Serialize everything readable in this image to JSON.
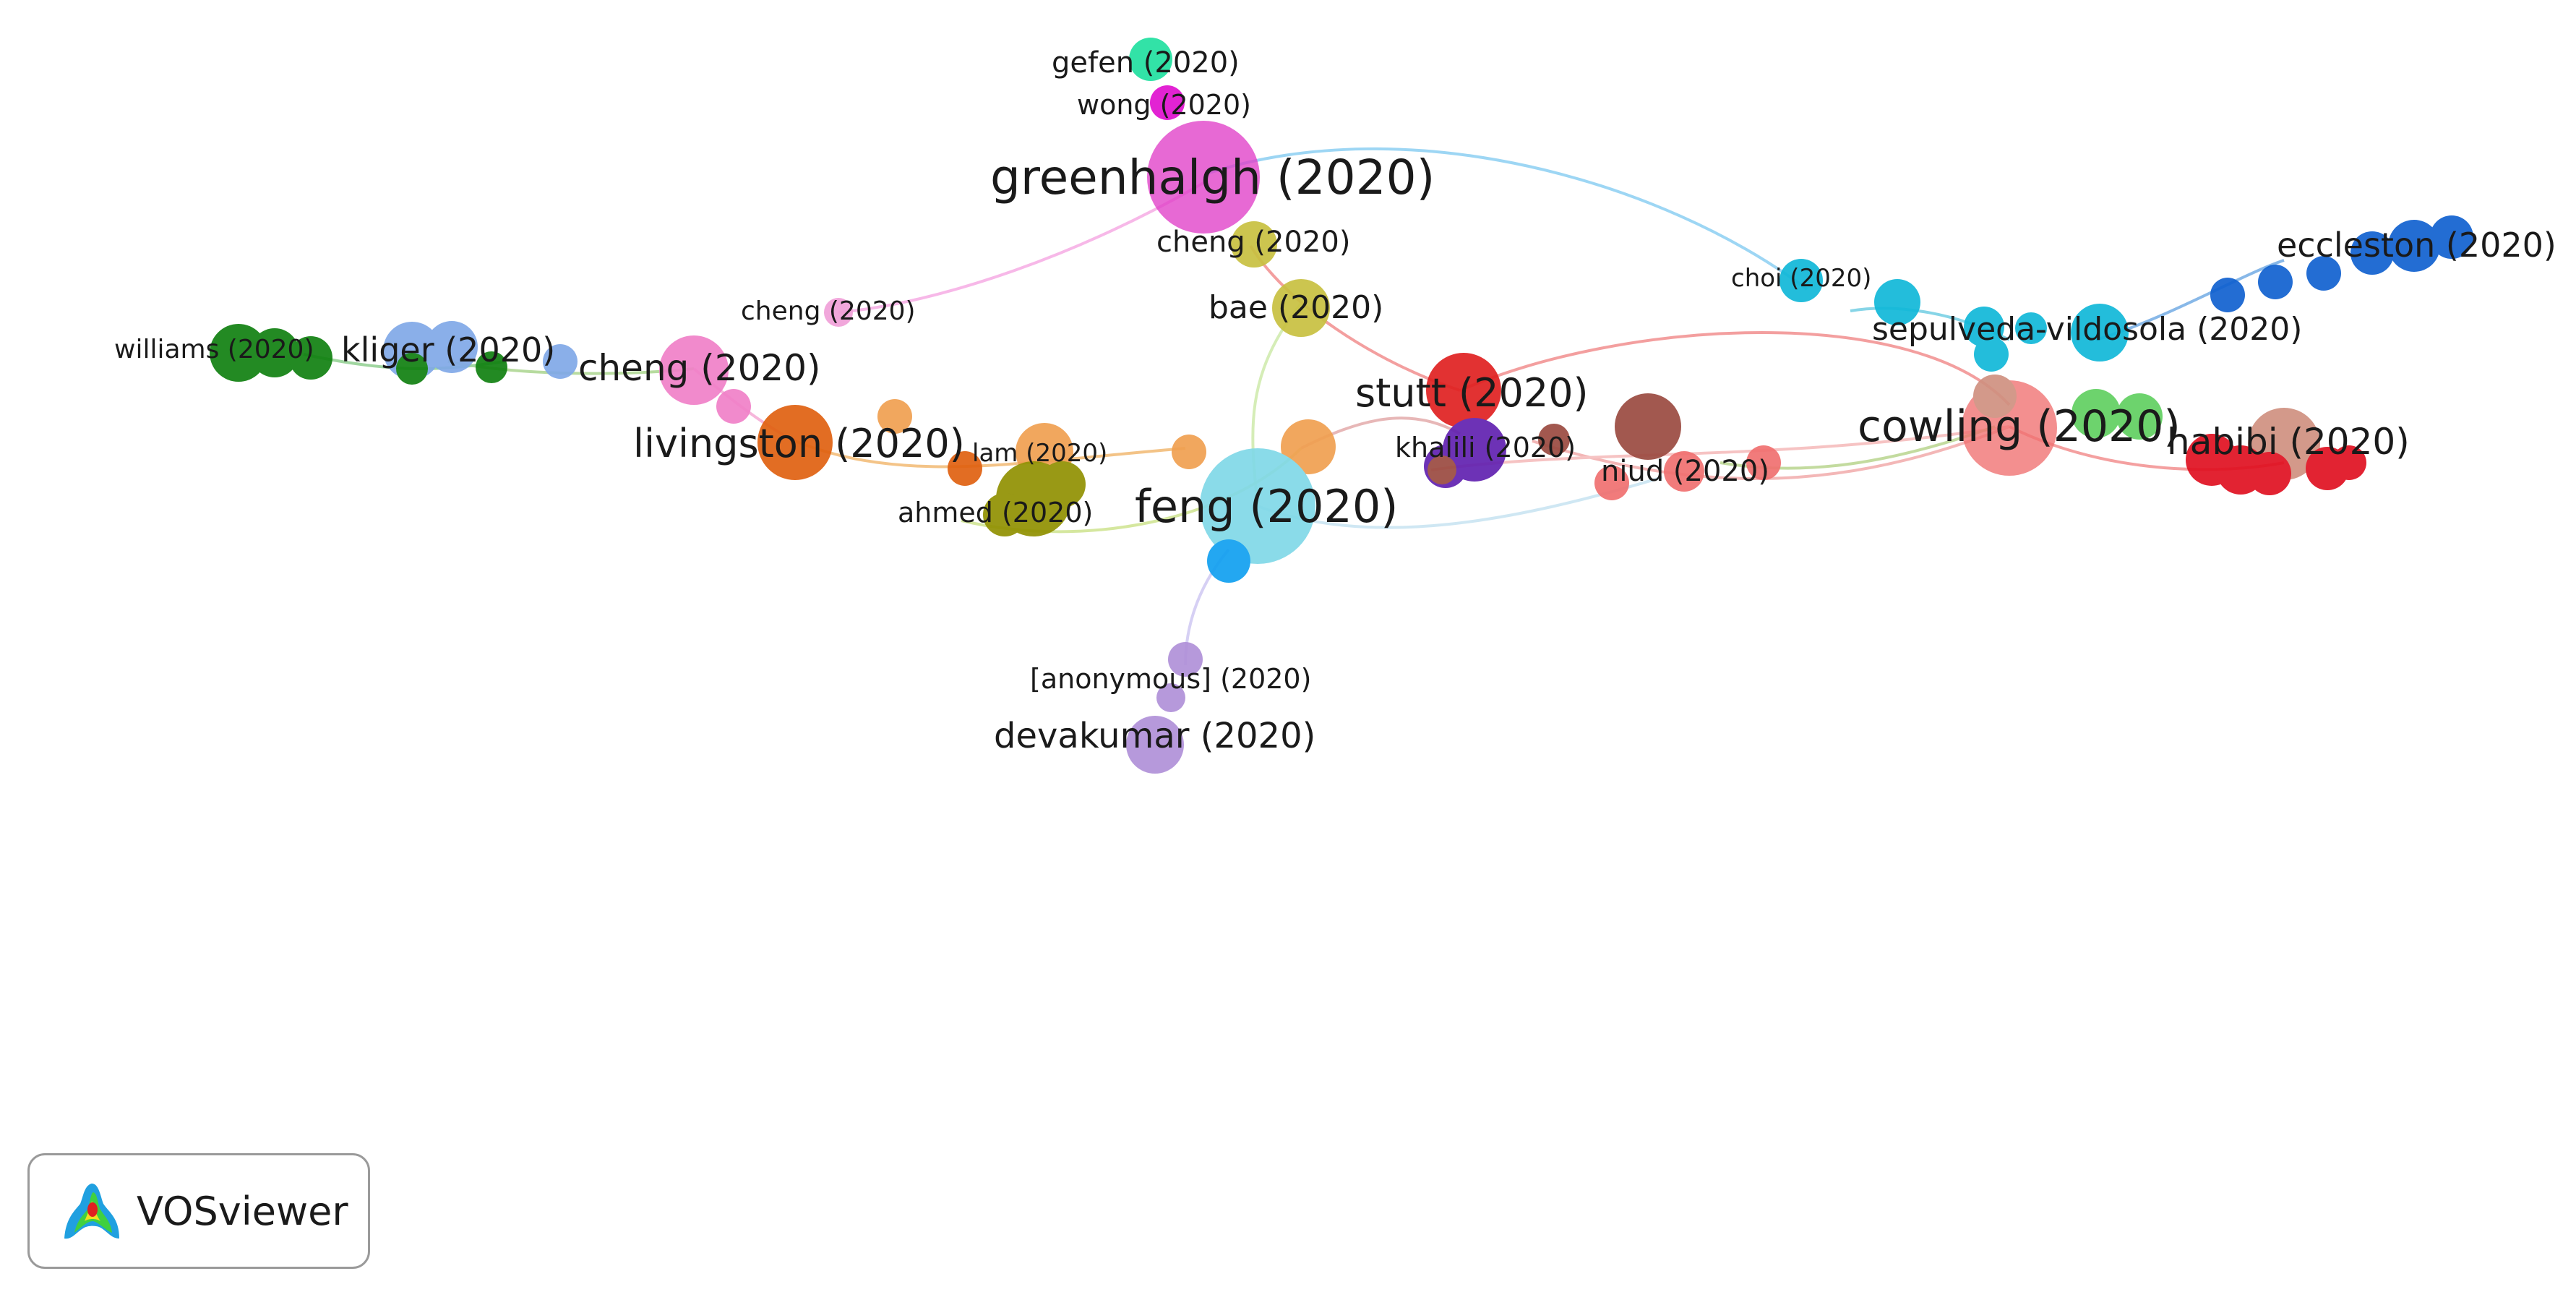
{
  "brand": {
    "name": "VOSviewer",
    "icon": "vosviewer-logo-icon"
  },
  "labels": {
    "gefen": "gefen (2020)",
    "wong": "wong (2020)",
    "greenhalgh": "greenhalgh (2020)",
    "cheng_top": "cheng (2020)",
    "cheng_small": "cheng (2020)",
    "cheng_mid": "cheng (2020)",
    "bae": "bae (2020)",
    "williams": "williams (2020)",
    "kliger": "kliger (2020)",
    "livingston": "livingston (2020)",
    "lam": "lam (2020)",
    "ahmed": "ahmed (2020)",
    "feng": "feng (2020)",
    "stutt": "stutt (2020)",
    "khalili": "khalili (2020)",
    "niud": "niud (2020)",
    "cowling": "cowling (2020)",
    "habibi": "habibi (2020)",
    "choi": "choi (2020)",
    "sepulveda": "sepulveda-vildosola (2020)",
    "eccleston": "eccleston (2020)",
    "anonymous": "[anonymous] (2020)",
    "devakumar": "devakumar (2020)"
  },
  "colors": {
    "pink": "#e040c8",
    "magenta": "#e010d0",
    "teal": "#20e0a0",
    "olive_yellow": "#c8c040",
    "orange": "#e06010",
    "light_orange": "#f0a050",
    "dark_green": "#108010",
    "light_blue": "#80a8e8",
    "sky": "#80d8e8",
    "red": "#e02020",
    "purple": "#6020b0",
    "brown": "#9a4a40",
    "salmon": "#f07070",
    "green": "#60d060",
    "crimson": "#e01020",
    "cyan": "#10b8d8",
    "blue": "#1060d0",
    "lavender": "#b090d8",
    "olive": "#909000",
    "bright_blue": "#10a0f0",
    "light_pink": "#f080c8",
    "tan": "#d09080"
  }
}
